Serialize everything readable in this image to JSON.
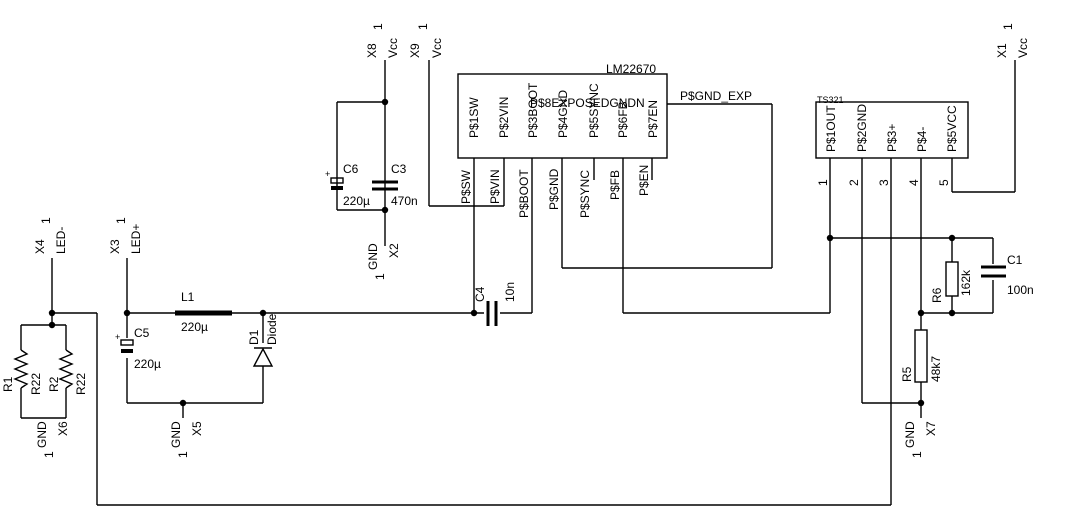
{
  "schematic": {
    "ic1": {
      "name": "LM22670",
      "gnd_exp": "P$GND_EXP",
      "overlap": "P$8EXPOSEDGNDN",
      "pins_in": [
        "P$1SW",
        "P$2VIN",
        "P$3BOOT",
        "P$4GND",
        "P$5SYNC",
        "P$6FB",
        "P$7EN"
      ],
      "pins_out": [
        "P$SW",
        "P$VIN",
        "P$BOOT",
        "P$GND",
        "P$SYNC",
        "P$FB",
        "P$EN"
      ]
    },
    "ic2": {
      "name": "TS321",
      "pins_in": [
        "P$1OUT",
        "P$2GND",
        "P$3+",
        "P$4-",
        "P$5VCC"
      ],
      "pin_nums": [
        "1",
        "2",
        "3",
        "4",
        "5"
      ]
    },
    "connectors": [
      {
        "ref": "X8",
        "net": "Vcc",
        "pin": "1"
      },
      {
        "ref": "X9",
        "net": "Vcc",
        "pin": "1"
      },
      {
        "ref": "X1",
        "net": "Vcc",
        "pin": "1"
      },
      {
        "ref": "X4",
        "net": "LED-",
        "pin": "1"
      },
      {
        "ref": "X3",
        "net": "LED+",
        "pin": "1"
      },
      {
        "ref": "X2",
        "net": "GND",
        "pin": "1"
      },
      {
        "ref": "X6",
        "net": "GND",
        "pin": "1"
      },
      {
        "ref": "X5",
        "net": "GND",
        "pin": "1"
      },
      {
        "ref": "X7",
        "net": "GND",
        "pin": "1"
      }
    ],
    "components": {
      "C6": {
        "ref": "C6",
        "value": "220µ"
      },
      "C3": {
        "ref": "C3",
        "value": "470n"
      },
      "C4": {
        "ref": "C4",
        "value": "10n"
      },
      "C5": {
        "ref": "C5",
        "value": "220µ"
      },
      "C1": {
        "ref": "C1",
        "value": "100n"
      },
      "L1": {
        "ref": "L1",
        "value": "220µ"
      },
      "D1": {
        "ref": "D1",
        "value": "Diode"
      },
      "R1": {
        "ref": "R1",
        "value": "R22"
      },
      "R2": {
        "ref": "R2",
        "value": "R22"
      },
      "R5": {
        "ref": "R5",
        "value": "48k7"
      },
      "R6": {
        "ref": "R6",
        "value": "162k"
      }
    },
    "plus": "+"
  }
}
